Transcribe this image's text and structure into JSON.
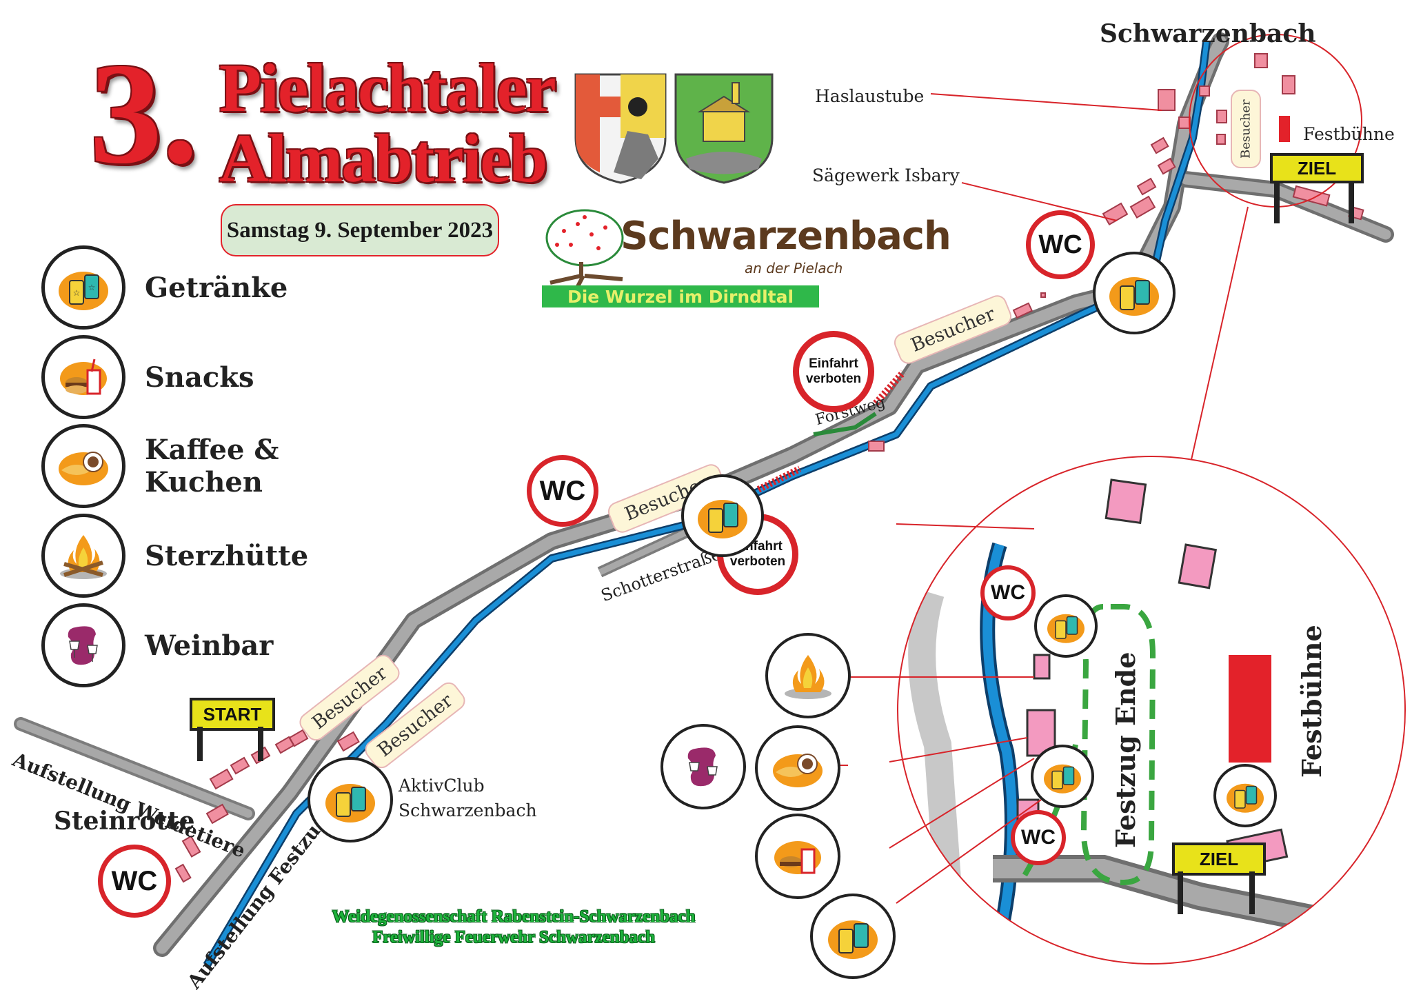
{
  "header": {
    "number": "3.",
    "title_line1": "Pielachtaler",
    "title_line2": "Almabtrieb",
    "date": "Samstag 9. September 2023"
  },
  "logo": {
    "name": "Schwarzenbach",
    "sub": "an der Pielach",
    "slogan": "Die Wurzel im Dirndltal"
  },
  "legend": [
    {
      "label": "Getränke",
      "icon": "drinks-icon"
    },
    {
      "label": "Snacks",
      "icon": "snacks-icon"
    },
    {
      "label": "Kaffee & Kuchen",
      "icon": "coffee-cake-icon"
    },
    {
      "label": "Sterzhütte",
      "icon": "campfire-icon"
    },
    {
      "label": "Weinbar",
      "icon": "wine-icon"
    }
  ],
  "map": {
    "town": "Schwarzenbach",
    "haslaustube": "Haslaustube",
    "saegewerk": "Sägewerk Isbary",
    "festbuehne": "Festbühne",
    "ziel": "ZIEL",
    "start": "START",
    "steinrotte": "Steinrotte",
    "aufstellung_weidetiere": "Aufstellung Weidetiere",
    "aufstellung_festzug": "Aufstellung Festzug",
    "aktivclub_line1": "AktivClub",
    "aktivclub_line2": "Schwarzenbach",
    "schotterstrasse": "Schotterstraße",
    "forstweg": "Forstweg",
    "besucher": "Besucher",
    "wc": "WC",
    "einfahrt_line1": "Einfahrt",
    "einfahrt_line2": "verboten",
    "festzug_ende": "Festzug Ende"
  },
  "footer": {
    "line1": "Weidegenossenschaft Rabenstein-Schwarzenbach",
    "line2": "Freiwillige Feuerwehr Schwarzenbach"
  },
  "colors": {
    "title_red": "#e3222a",
    "road_gray": "#9a9a9a",
    "river_blue": "#1a8fd6",
    "building_pink": "#f08fa0",
    "sign_yellow": "#e8e21a",
    "footer_green": "#1db33b"
  }
}
